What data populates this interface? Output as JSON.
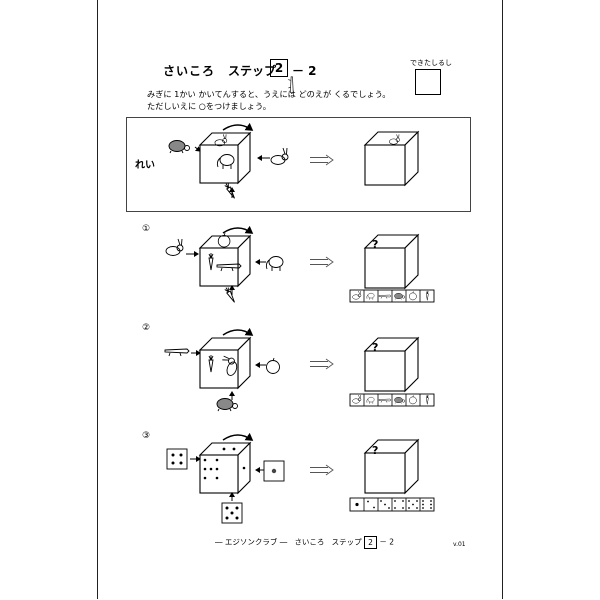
{
  "header": {
    "title": "さいころ",
    "step_label": "ステップ",
    "step_num": "2",
    "step_suffix": "－ 2",
    "done_label": "できたしるし"
  },
  "instructions": {
    "line1": "みぎに 1かい かいてんすると、うえには どのえが くるでしょう。",
    "line2": "ただしいえに ○をつけましょう。"
  },
  "example": {
    "label": "れい"
  },
  "questions": [
    {
      "num": "①",
      "label_mark": "?"
    },
    {
      "num": "②",
      "label_mark": "?"
    },
    {
      "num": "③",
      "label_mark": "?"
    }
  ],
  "footer": {
    "prefix": "― エジソンクラブ ―",
    "title": "さいころ",
    "step_label": "ステップ",
    "step_num": "2",
    "step_suffix": "－ 2"
  },
  "version": "v.01",
  "icons": {
    "animals": [
      "rabbit-icon",
      "turtle-icon",
      "elephant-icon",
      "crocodile-icon",
      "apple-icon",
      "carrot-icon"
    ]
  }
}
